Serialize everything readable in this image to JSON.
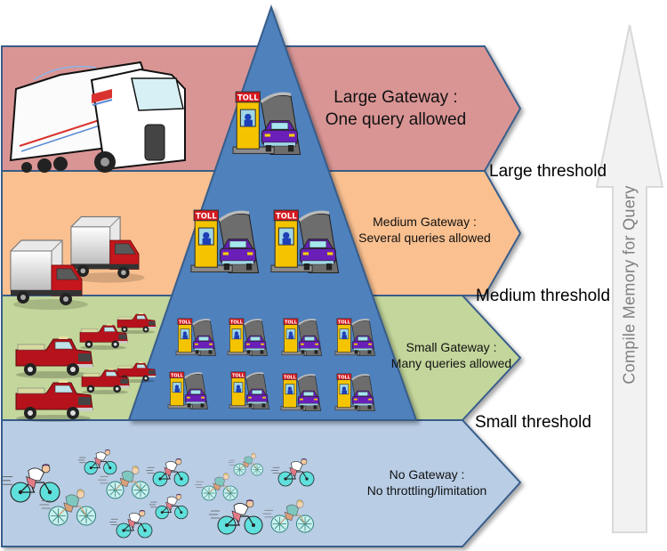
{
  "diagram": {
    "title": "Query compile memory gateways",
    "arrow_label": "Compile Memory  for Query",
    "bands": [
      {
        "id": "large",
        "title": "Large Gateway :",
        "subtitle": "One query allowed",
        "color": "#d99594",
        "vehicle": "semi-truck",
        "toll_booths": 1,
        "threshold": "Large threshold"
      },
      {
        "id": "medium",
        "title": "Medium Gateway :",
        "subtitle": "Several queries allowed",
        "color": "#fac090",
        "vehicle": "box-truck",
        "toll_booths": 2,
        "threshold": "Medium threshold"
      },
      {
        "id": "small",
        "title": "Small Gateway :",
        "subtitle": "Many queries allowed",
        "color": "#c3d69b",
        "vehicle": "pickup-truck",
        "toll_booths": 8,
        "threshold": "Small threshold"
      },
      {
        "id": "none",
        "title": "No Gateway :",
        "subtitle": "No throttling/limitation",
        "color": "#b9cde5",
        "vehicle": "bicycle",
        "toll_booths": 0,
        "threshold": ""
      }
    ],
    "toll_sign_text": "TOLL",
    "colors": {
      "pyramid": "#4f81bd",
      "outline": "#385d8a",
      "arrow_fill": "#f2f2f2",
      "arrow_stroke": "#d9d9d9"
    }
  }
}
